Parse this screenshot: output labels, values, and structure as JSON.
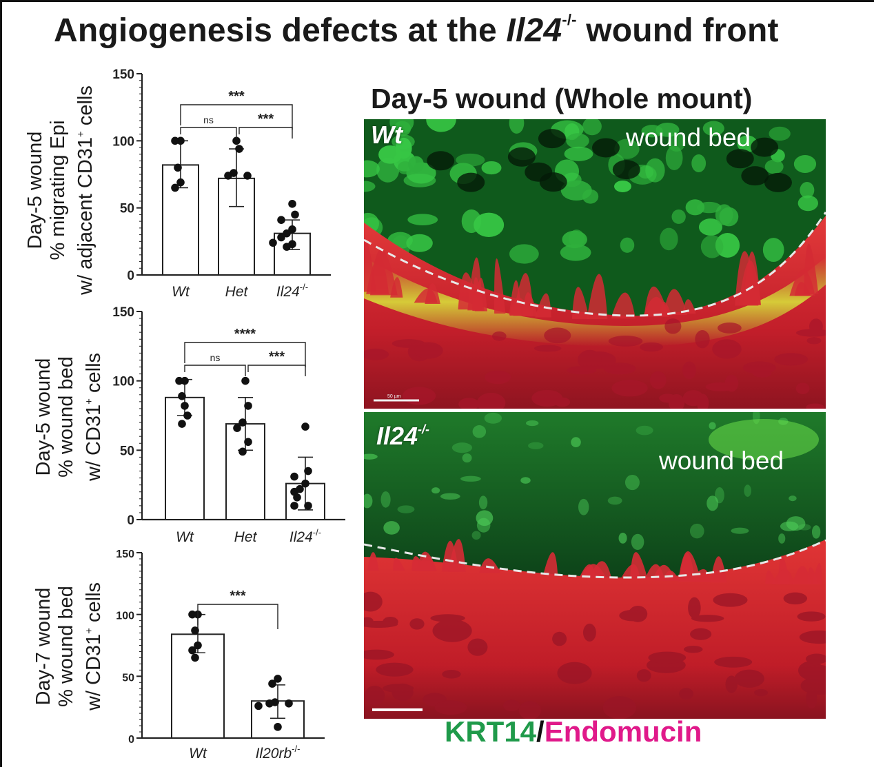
{
  "title": {
    "prefix": "Angiogenesis defects at the ",
    "gene": "Il24",
    "gene_sup": "-/-",
    "suffix": " wound front"
  },
  "chart_data": [
    {
      "type": "bar",
      "panel": "A",
      "categories": [
        "Wt",
        "Het",
        "Il24"
      ],
      "category_sups": [
        "",
        "",
        "-/-"
      ],
      "values": [
        82,
        72,
        31
      ],
      "error_low": [
        65,
        51,
        19
      ],
      "error_high": [
        100,
        94,
        41
      ],
      "points": [
        [
          100,
          100,
          80,
          69,
          65
        ],
        [
          100,
          94,
          76,
          74,
          74
        ],
        [
          53,
          45,
          41,
          34,
          31,
          28,
          23,
          21,
          24
        ]
      ],
      "ylabel_lines": [
        "Day-5 wound",
        "% migrating Epi",
        "w/ adjacent CD31",
        "cells"
      ],
      "ylabel_sup": "+",
      "ylim": [
        0,
        150
      ],
      "yticks": [
        0,
        50,
        100,
        150
      ],
      "significance": [
        {
          "from": 0,
          "to": 2,
          "label": "***"
        },
        {
          "from": 0,
          "to": 1,
          "label": "ns"
        },
        {
          "from": 1,
          "to": 2,
          "label": "***"
        }
      ]
    },
    {
      "type": "bar",
      "panel": "B",
      "categories": [
        "Wt",
        "Het",
        "Il24"
      ],
      "category_sups": [
        "",
        "",
        "-/-"
      ],
      "values": [
        88,
        69,
        26
      ],
      "error_low": [
        75,
        50,
        7
      ],
      "error_high": [
        101,
        88,
        45
      ],
      "points": [
        [
          100,
          100,
          89,
          82,
          75,
          69
        ],
        [
          100,
          82,
          70,
          66,
          56,
          49
        ],
        [
          67,
          35,
          31,
          26,
          22,
          20,
          16,
          10,
          10
        ]
      ],
      "ylabel_lines": [
        "Day-5 wound",
        "% wound bed",
        "w/ CD31",
        "cells"
      ],
      "ylabel_sup": "+",
      "ylim": [
        0,
        150
      ],
      "yticks": [
        0,
        50,
        100,
        150
      ],
      "significance": [
        {
          "from": 0,
          "to": 2,
          "label": "****"
        },
        {
          "from": 0,
          "to": 1,
          "label": "ns"
        },
        {
          "from": 1,
          "to": 2,
          "label": "***"
        }
      ]
    },
    {
      "type": "bar",
      "panel": "C",
      "categories": [
        "Wt",
        "Il20rb"
      ],
      "category_sups": [
        "",
        "-/-"
      ],
      "values": [
        84,
        30
      ],
      "error_low": [
        69,
        16
      ],
      "error_high": [
        100,
        43
      ],
      "points": [
        [
          100,
          100,
          87,
          75,
          71,
          65
        ],
        [
          48,
          44,
          29,
          28,
          28,
          26,
          9
        ]
      ],
      "ylabel_lines": [
        "Day-7 wound",
        "% wound bed",
        "w/ CD31",
        "cells"
      ],
      "ylabel_sup": "+",
      "ylim": [
        0,
        150
      ],
      "yticks": [
        0,
        50,
        100,
        150
      ],
      "significance": [
        {
          "from": 0,
          "to": 1,
          "label": "***"
        }
      ]
    }
  ],
  "images": {
    "title": "Day-5 wound (Whole mount)",
    "top": {
      "label": "Wt",
      "label_sup": "",
      "region": "wound bed",
      "scale_text": "50 µm"
    },
    "bottom": {
      "label": "Il24",
      "label_sup": "-/-",
      "region": "wound bed"
    },
    "legend": {
      "green": "KRT14",
      "slash": "/",
      "magenta": "Endomucin"
    },
    "colors": {
      "green": "#1f9a4a",
      "magenta": "#e0198a",
      "tissue_red": "#c81e2c"
    }
  }
}
